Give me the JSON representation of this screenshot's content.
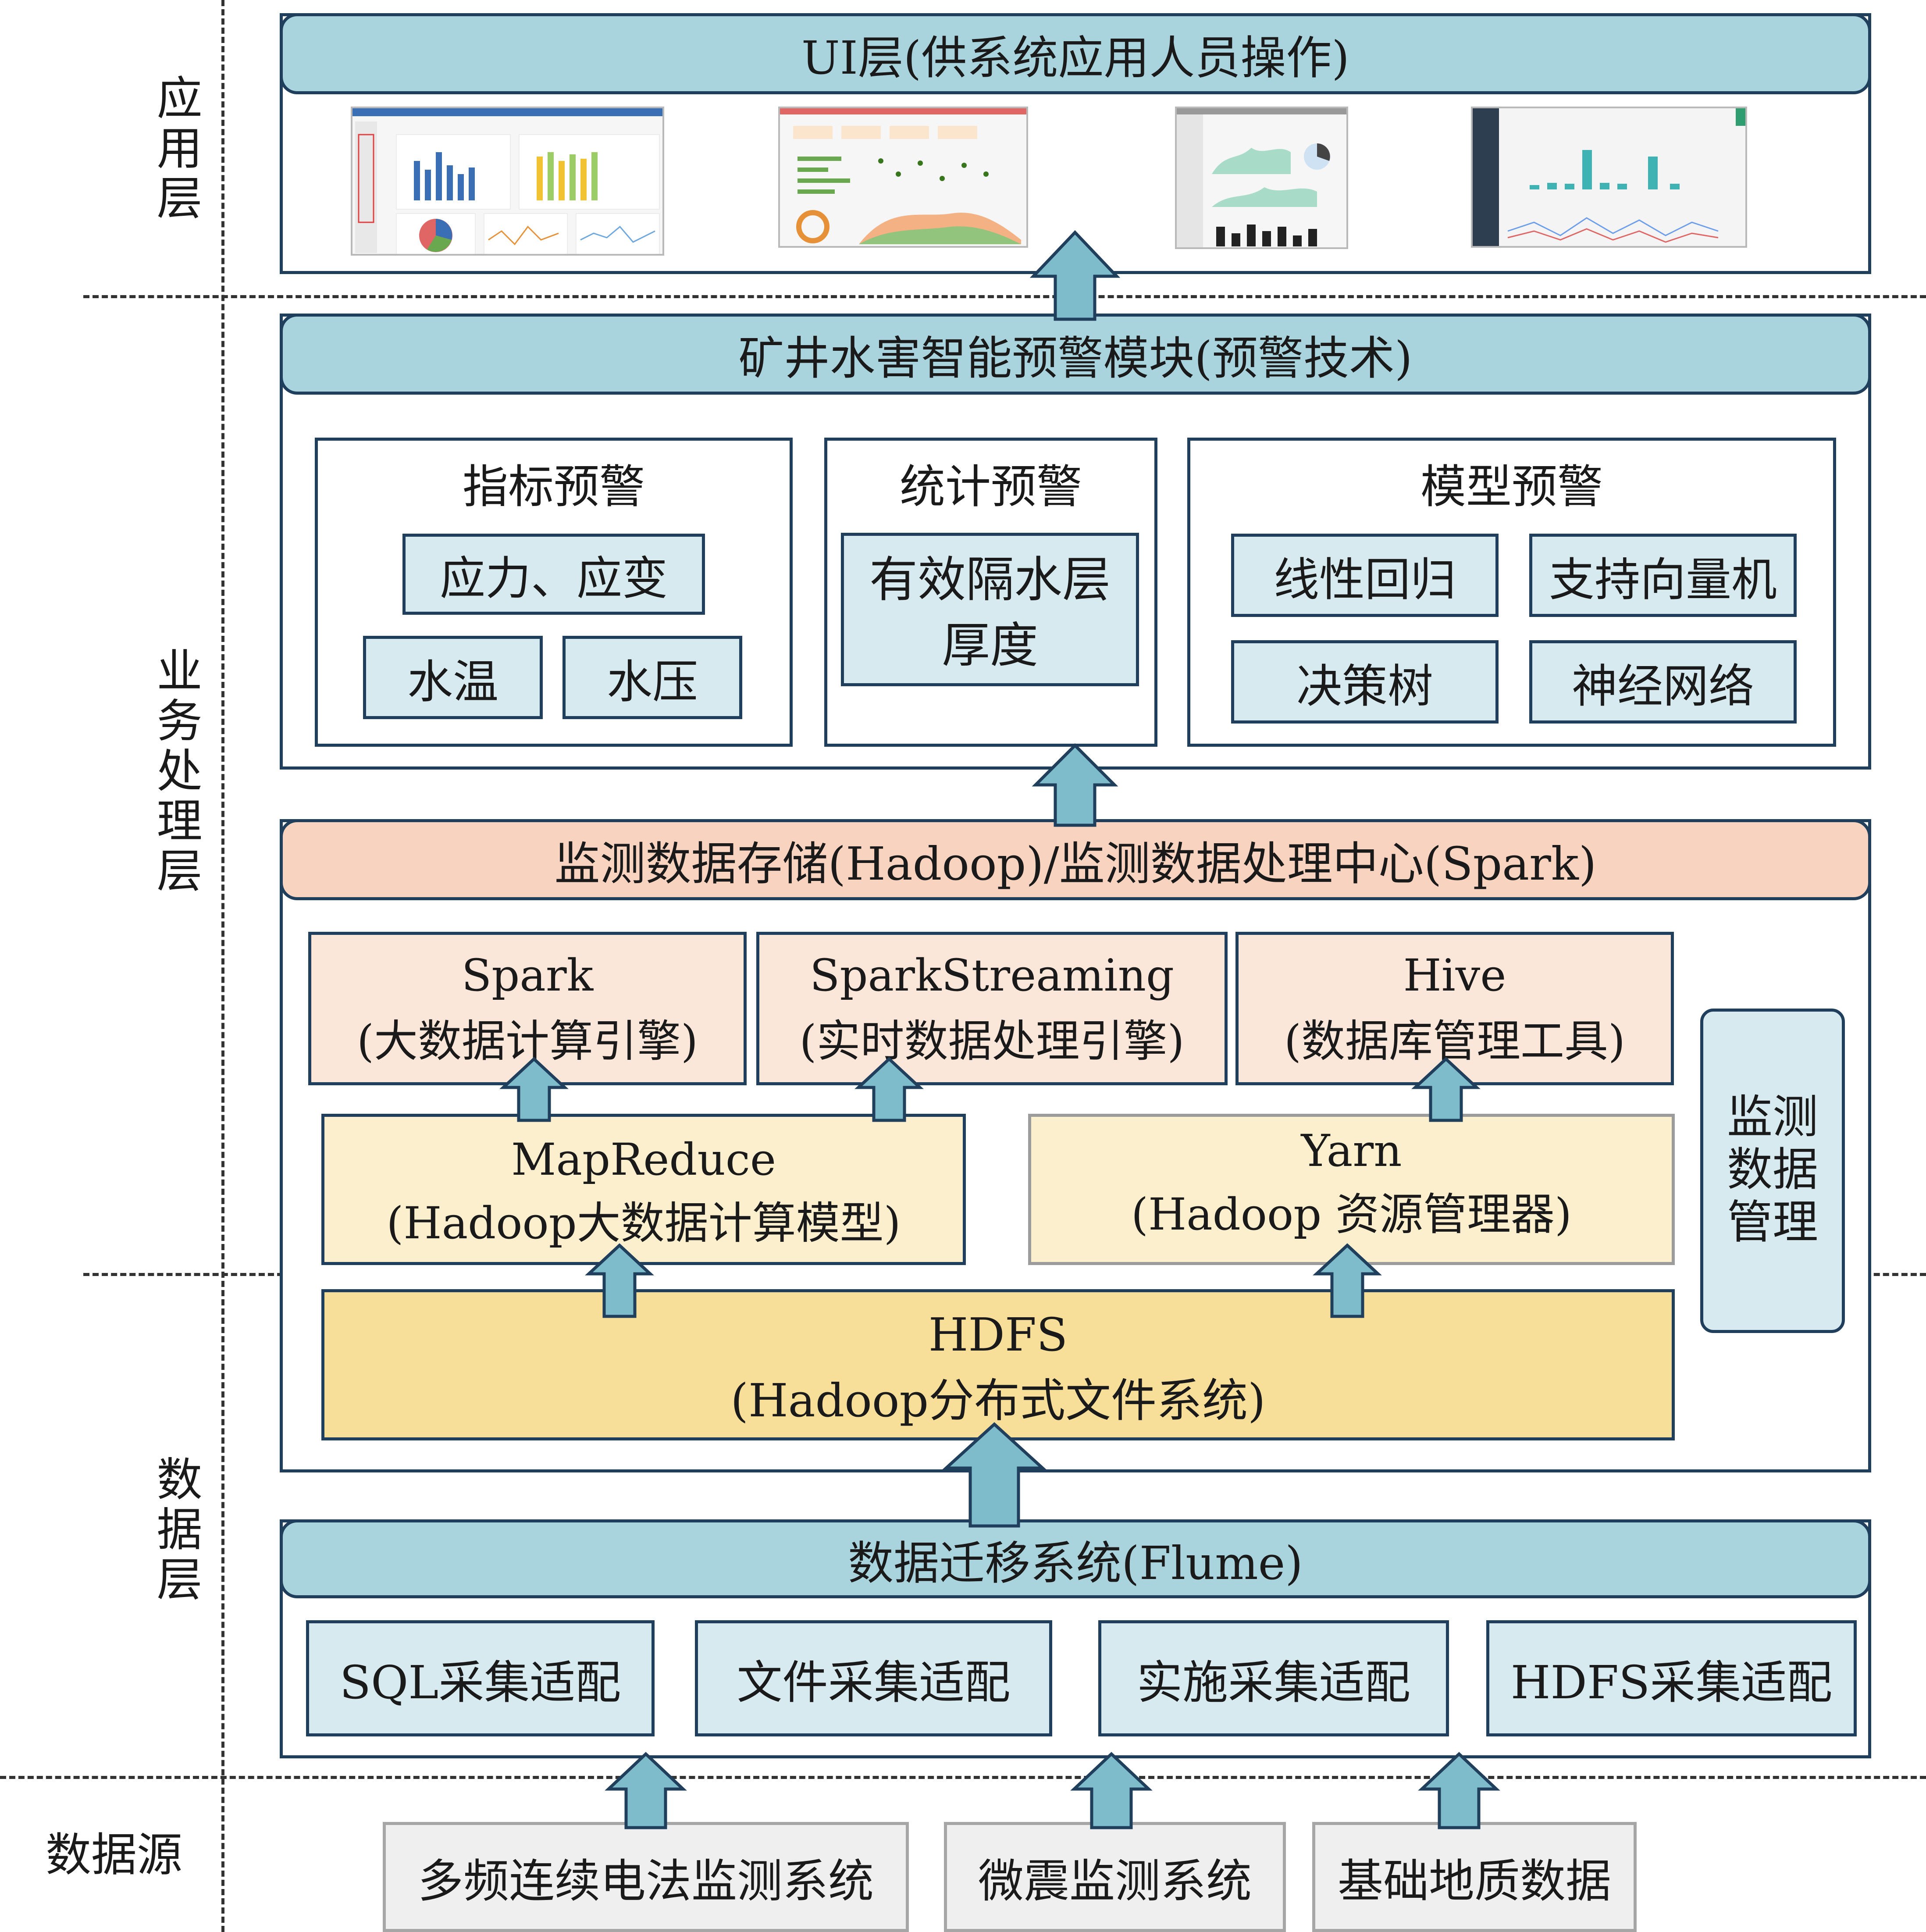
{
  "layers": {
    "app": "应用层",
    "business": "业务处理层",
    "data": "数据层",
    "source": "数据源"
  },
  "ui_layer": {
    "title": "UI层(供系统应用人员操作)",
    "screenshots": [
      "dashboard-screenshot-1",
      "dashboard-screenshot-2",
      "dashboard-screenshot-3",
      "dashboard-screenshot-4"
    ]
  },
  "warning_module": {
    "title": "矿井水害智能预警模块(预警技术)",
    "indicator": {
      "title": "指标预警",
      "items": [
        "应力、应变",
        "水温",
        "水压"
      ]
    },
    "statistical": {
      "title": "统计预警",
      "item_line1": "有效隔水层",
      "item_line2": "厚度"
    },
    "model": {
      "title": "模型预警",
      "items": [
        "线性回归",
        "支持向量机",
        "决策树",
        "神经网络"
      ]
    }
  },
  "storage_center": {
    "title": "监测数据存储(Hadoop)/监测数据处理中心(Spark)",
    "spark": {
      "line1": "Spark",
      "line2": "(大数据计算引擎)"
    },
    "spark_streaming": {
      "line1": "SparkStreaming",
      "line2": "(实时数据处理引擎)"
    },
    "hive": {
      "line1": "Hive",
      "line2": "(数据库管理工具)"
    },
    "mapreduce": {
      "line1": "MapReduce",
      "line2": "(Hadoop大数据计算模型)"
    },
    "yarn": {
      "line1": "Yarn",
      "line2": "(Hadoop 资源管理器)"
    },
    "hdfs": {
      "line1": "HDFS",
      "line2": "(Hadoop分布式文件系统)"
    },
    "monitor_mgmt": {
      "line1": "监测",
      "line2": "数据",
      "line3": "管理"
    }
  },
  "flume": {
    "title": "数据迁移系统(Flume)",
    "adapters": [
      "SQL采集适配",
      "文件采集适配",
      "实施采集适配",
      "HDFS采集适配"
    ]
  },
  "sources": [
    "多频连续电法监测系统",
    "微震监测系统",
    "基础地质数据"
  ],
  "colors": {
    "header_blue": "#a9d3dd",
    "box_blue": "#d6eaf0",
    "header_orange": "#f7d3c0",
    "box_peach": "#fbe6da",
    "box_cream": "#fcefcd",
    "box_gold": "#f7df99",
    "box_gray": "#efefef",
    "border": "#1f3f5c",
    "arrow_fill": "#7fbccb"
  }
}
